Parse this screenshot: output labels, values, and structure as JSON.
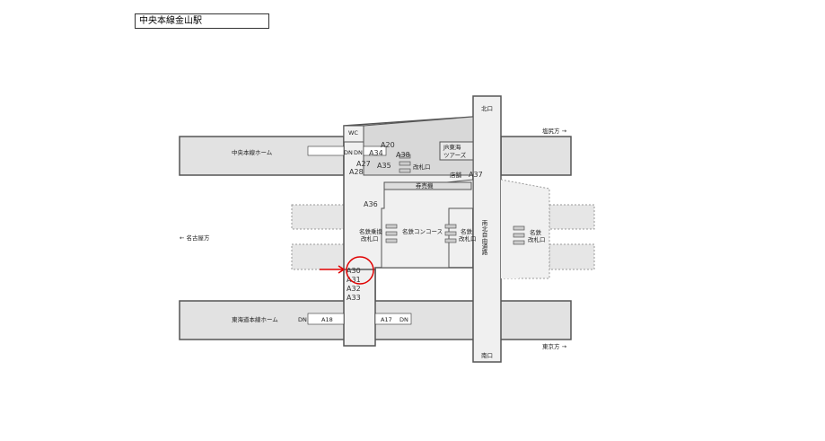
{
  "title": "中央本線金山駅",
  "labels": {
    "north_exit": "北口",
    "south_exit": "南口",
    "shiojiri": "塩尻方 →",
    "nagoya": "← 名古屋方",
    "tokyo": "東京方 →",
    "chuo_platform": "中央本線ホーム",
    "tokaido_platform": "東海道本線ホーム",
    "wc": "WC",
    "jr_tours_1": "JR東海",
    "jr_tours_2": "ツアーズ",
    "ticket_gate": "改札口",
    "shop": "店舗",
    "ticket_machines": "券売機",
    "meitetsu_transfer_1": "名鉄乗換",
    "meitetsu_transfer_2": "改札口",
    "meitetsu_concourse": "名鉄コンコース",
    "meitetsu_gate_1": "名鉄",
    "meitetsu_gate_2": "改札口",
    "free_passage": "南北自由通路",
    "dn": "DN"
  },
  "exits": [
    "A20",
    "A27",
    "A28",
    "A34",
    "A35",
    "A38",
    "A37",
    "A36",
    "A30",
    "A31",
    "A32",
    "A33",
    "A18",
    "A17"
  ],
  "colors": {
    "highlight": "#e00000",
    "platform": "#e2e2e2",
    "concourse": "#f0f0f0",
    "building": "#d8d8d8"
  }
}
